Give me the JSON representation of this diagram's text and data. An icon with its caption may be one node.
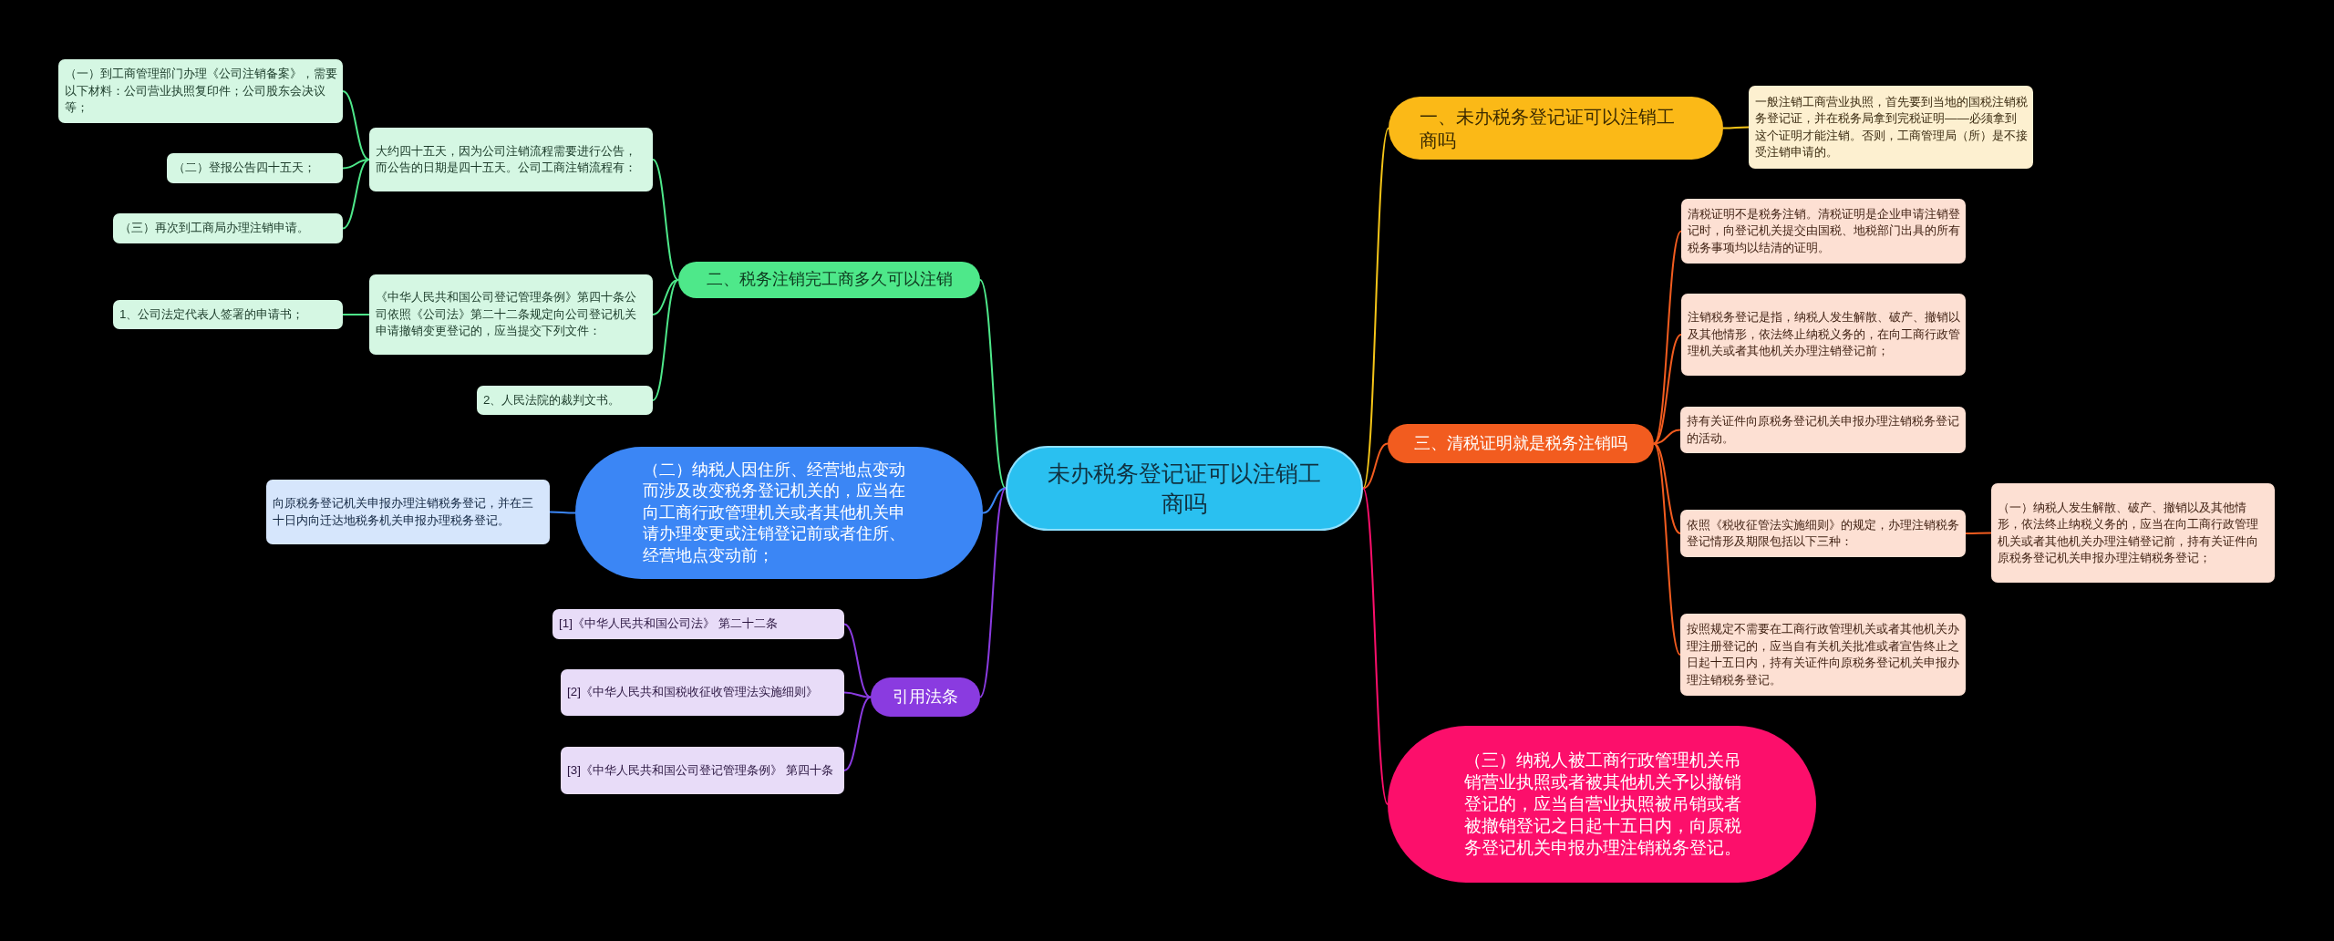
{
  "diagram": {
    "nodes": [
      {
        "text": [
          "未办税务登记证可以注销工商吗"
        ]
      },
      {
        "text": [
          "一、未办税务登记证可以注销工商吗"
        ]
      },
      {
        "text": [
          "一般注销工商营业执照，首先要到当地的国税注销税务登记证，并在税务局拿到完税证明——必须拿到这个证明才能注销。否则，工商管理局（所）是不接受注销申请的。"
        ]
      },
      {
        "text": [
          "二、税务注销完工商多久可以注销"
        ]
      },
      {
        "text": [
          "大约四十五天，因为公司注销流程需要进行公告，而公告的日期是四十五天。公司工商注销流程有："
        ]
      },
      {
        "text": [
          "（一）到工商管理部门办理《公司注销备案》，需要以下材料：公司营业执照复印件；公司股东会决议等；"
        ]
      },
      {
        "text": [
          "（二）登报公告四十五天；"
        ]
      },
      {
        "text": [
          "（三）再次到工商局办理注销申请。"
        ]
      },
      {
        "text": [
          "《中华人民共和国公司登记管理条例》第四十条公司依照《公司法》第二十二条规定向公司登记机关申请撤销变更登记的，应当提交下列文件："
        ]
      },
      {
        "text": [
          "1、公司法定代表人签署的申请书；"
        ]
      },
      {
        "text": [
          "2、人民法院的裁判文书。"
        ]
      },
      {
        "text": [
          "（二）纳税人因住所、经营地点变动而涉及改变税务登记机关的，应当在向工商行政管理机关或者其他机关申请办理变更或注销登记前或者住所、经营地点变动前；"
        ]
      },
      {
        "text": [
          "向原税务登记机关申报办理注销税务登记，并在三十日内向迁达地税务机关申报办理税务登记。"
        ]
      },
      {
        "text": [
          "引用法条"
        ]
      },
      {
        "text": [
          "[1]《中华人民共和国公司法》 第二十二条"
        ]
      },
      {
        "text": [
          "[2]《中华人民共和国税收征收管理法实施细则》"
        ]
      },
      {
        "text": [
          "[3]《中华人民共和国公司登记管理条例》 第四十条"
        ]
      },
      {
        "text": [
          "三、清税证明就是税务注销吗"
        ]
      },
      {
        "text": [
          "清税证明不是税务注销。清税证明是企业申请注销登记时，向登记机关提交由国税、地税部门出具的所有税务事项均以结清的证明。"
        ]
      },
      {
        "text": [
          "注销税务登记是指，纳税人发生解散、破产、撤销以及其他情形，依法终止纳税义务的，在向工商行政管理机关或者其他机关办理注销登记前；"
        ]
      },
      {
        "text": [
          "持有关证件向原税务登记机关申报办理注销税务登记的活动。"
        ]
      },
      {
        "text": [
          "依照《税收征管法实施细则》的规定，办理注销税务登记情形及期限包括以下三种："
        ]
      },
      {
        "text": [
          "（一）纳税人发生解散、破产、撤销以及其他情形，依法终止纳税义务的，应当在向工商行政管理机关或者其他机关办理注销登记前，持有关证件向原税务登记机关申报办理注销税务登记；"
        ]
      },
      {
        "text": [
          "按照规定不需要在工商行政管理机关或者其他机关办理注册登记的，应当自有关机关批准或者宣告终止之日起十五日内，持有关证件向原税务登记机关申报办理注销税务登记。"
        ]
      },
      {
        "text": [
          "（三）纳税人被工商行政管理机关吊销营业执照或者被其他机关予以撤销登记的，应当自营业执照被吊销或者被撤销登记之日起十五日内，向原税务登记机关申报办理注销税务登记。"
        ]
      }
    ],
    "edges": [
      {
        "from": 0,
        "to": 1,
        "arrow": "none",
        "color": "#f5c518"
      },
      {
        "from": 1,
        "to": 2,
        "arrow": "none",
        "color": "#f5c518"
      },
      {
        "from": 0,
        "to": 3,
        "arrow": "none",
        "color": "#4ee88a"
      },
      {
        "from": 3,
        "to": 4,
        "arrow": "none",
        "color": "#4ee88a"
      },
      {
        "from": 4,
        "to": 5,
        "arrow": "none",
        "color": "#4ee88a"
      },
      {
        "from": 4,
        "to": 6,
        "arrow": "none",
        "color": "#4ee88a"
      },
      {
        "from": 4,
        "to": 7,
        "arrow": "none",
        "color": "#4ee88a"
      },
      {
        "from": 3,
        "to": 8,
        "arrow": "none",
        "color": "#4ee88a"
      },
      {
        "from": 8,
        "to": 9,
        "arrow": "none",
        "color": "#4ee88a"
      },
      {
        "from": 3,
        "to": 10,
        "arrow": "none",
        "color": "#4ee88a"
      },
      {
        "from": 0,
        "to": 11,
        "arrow": "none",
        "color": "#3b86f5"
      },
      {
        "from": 11,
        "to": 12,
        "arrow": "none",
        "color": "#3b86f5"
      },
      {
        "from": 0,
        "to": 13,
        "arrow": "none",
        "color": "#8a3be0"
      },
      {
        "from": 13,
        "to": 14,
        "arrow": "none",
        "color": "#8a3be0"
      },
      {
        "from": 13,
        "to": 15,
        "arrow": "none",
        "color": "#8a3be0"
      },
      {
        "from": 13,
        "to": 16,
        "arrow": "none",
        "color": "#8a3be0"
      },
      {
        "from": 0,
        "to": 17,
        "arrow": "none",
        "color": "#f25c1f"
      },
      {
        "from": 17,
        "to": 18,
        "arrow": "none",
        "color": "#f25c1f"
      },
      {
        "from": 17,
        "to": 19,
        "arrow": "none",
        "color": "#f25c1f"
      },
      {
        "from": 17,
        "to": 20,
        "arrow": "none",
        "color": "#f25c1f"
      },
      {
        "from": 17,
        "to": 21,
        "arrow": "none",
        "color": "#f25c1f"
      },
      {
        "from": 21,
        "to": 22,
        "arrow": "none",
        "color": "#f25c1f"
      },
      {
        "from": 17,
        "to": 23,
        "arrow": "none",
        "color": "#f25c1f"
      },
      {
        "from": 0,
        "to": 24,
        "arrow": "none",
        "color": "#fc0f6b"
      }
    ]
  }
}
